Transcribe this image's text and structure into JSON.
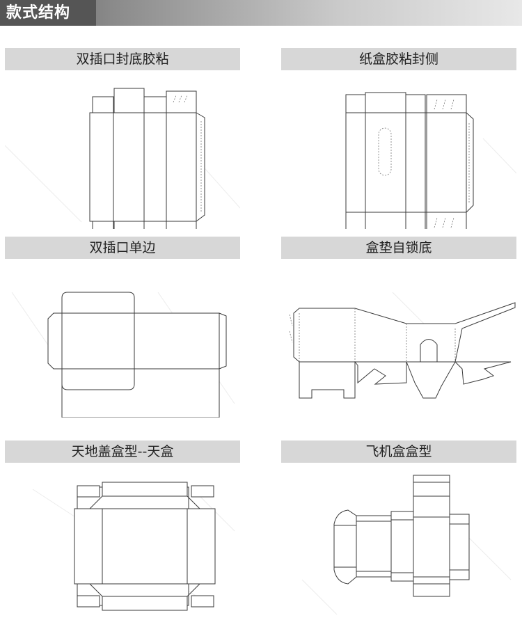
{
  "header": {
    "title": "款式结构"
  },
  "panels": [
    {
      "label": "双插口封底胶粘",
      "diagram_icon": "double-tuck-glued-bottom-dieline"
    },
    {
      "label": "纸盒胶粘封侧",
      "diagram_icon": "side-glued-box-dieline"
    },
    {
      "label": "双插口单边",
      "diagram_icon": "double-tuck-single-side-dieline"
    },
    {
      "label": "盒垫自锁底",
      "diagram_icon": "self-lock-bottom-dieline"
    },
    {
      "label": "天地盖盒型--天盒",
      "diagram_icon": "lid-box-top-dieline"
    },
    {
      "label": "飞机盒盒型",
      "diagram_icon": "mailer-box-dieline"
    }
  ],
  "colors": {
    "header": "#555555",
    "label_bg": "#d7d7d7",
    "line": "#3a3a3a"
  }
}
